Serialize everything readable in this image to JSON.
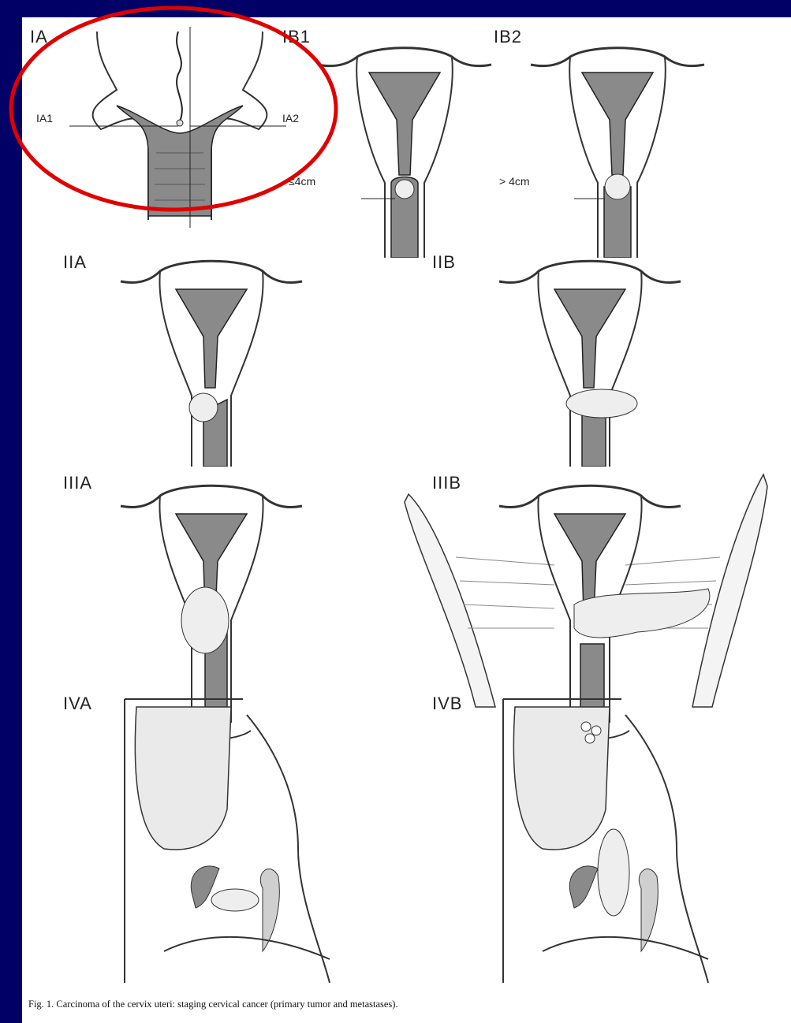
{
  "figure": {
    "caption": "Fig. 1. Carcinoma of the cervix uteri: staging cervical cancer (primary tumor and metastases).",
    "highlight_color": "#e00000",
    "background_color": "#000066"
  },
  "panels": {
    "ia": {
      "label": "IA",
      "sub1": "IA1",
      "sub2": "IA2"
    },
    "ib1": {
      "label": "IB1",
      "size_note": "≤4cm"
    },
    "ib2": {
      "label": "IB2",
      "size_note": "> 4cm"
    },
    "iia": {
      "label": "IIA"
    },
    "iib": {
      "label": "IIB"
    },
    "iiia": {
      "label": "IIIA"
    },
    "iiib": {
      "label": "IIIB"
    },
    "iva": {
      "label": "IVA"
    },
    "ivb": {
      "label": "IVB"
    }
  }
}
